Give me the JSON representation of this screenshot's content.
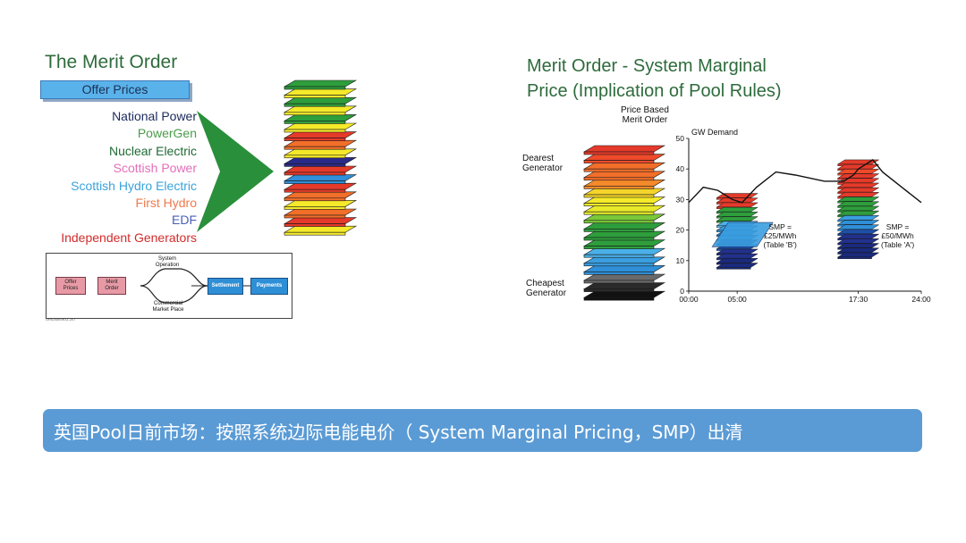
{
  "left_panel": {
    "title": "The Merit Order",
    "offer_prices_label": "Offer Prices",
    "generators": [
      {
        "label": "National Power",
        "color": "#1c2a5c"
      },
      {
        "label": "PowerGen",
        "color": "#4a9c4a"
      },
      {
        "label": "Nuclear Electric",
        "color": "#1f6a36"
      },
      {
        "label": "Scottish Power",
        "color": "#e36fb9"
      },
      {
        "label": "Scottish Hydro Electric",
        "color": "#3aa3dc"
      },
      {
        "label": "First Hydro",
        "color": "#ef7a4a"
      },
      {
        "label": "EDF",
        "color": "#4a5fb8"
      },
      {
        "label": "Independent Generators",
        "color": "#d32b2b"
      }
    ],
    "stack_colors": [
      "#2e9e3c",
      "#f4ea2a",
      "#2e9e3c",
      "#f4ea2a",
      "#2e9e3c",
      "#f4ea2a",
      "#e53a2a",
      "#f26f2a",
      "#f4ea2a",
      "#2a2a8a",
      "#e53a2a",
      "#2f8fd8",
      "#e53a2a",
      "#f26f2a",
      "#f4ea2a",
      "#f26f2a",
      "#e53a2a",
      "#f4ea2a"
    ],
    "arrow_color": "#2a8f3a",
    "flow": {
      "offer_prices": "Offer\nPrices",
      "merit_order": "Merit\nOrder",
      "system_operation": "System\nOperation",
      "commercial_market_place": "Commercial\nMarket Place",
      "settlement": "Settlement",
      "payments": "Payments"
    },
    "code": "OR0265SW11-207"
  },
  "right_panel": {
    "title_line1": "Merit Order - System Marginal",
    "title_line2": "Price (Implication of Pool Rules)",
    "price_based_label": "Price Based\nMerit Order",
    "dearest_label": "Dearest\nGenerator",
    "cheapest_label": "Cheapest\nGenerator",
    "stack_colors": [
      "#e53a2a",
      "#ef4a2a",
      "#f26f2a",
      "#f26f2a",
      "#f58a2a",
      "#f4d42a",
      "#f4ea2a",
      "#e8ea2a",
      "#7ac83a",
      "#2e9e3c",
      "#2e9e3c",
      "#2e9e3c",
      "#4ab0e8",
      "#3a9ee0",
      "#2f8fd8",
      "#6a6a6a",
      "#2a2a2a",
      "#111111"
    ]
  },
  "chart_data": {
    "type": "line",
    "title": "GW Demand",
    "ylim": [
      0,
      50
    ],
    "yticks": [
      "0",
      "10",
      "20",
      "30",
      "40",
      "50"
    ],
    "xticks": [
      "00:00",
      "05:00",
      "17:30",
      "24:00"
    ],
    "x": [
      0,
      1.5,
      3,
      4.5,
      5.5,
      7,
      9,
      11,
      14,
      16,
      17,
      17.5,
      18,
      18.5,
      19,
      20,
      22,
      24
    ],
    "series": [
      {
        "values": [
          29,
          34,
          33,
          30,
          29,
          34,
          39,
          38,
          36,
          36,
          38,
          40,
          41,
          42,
          43,
          39,
          34,
          29
        ]
      }
    ],
    "annotations": [
      {
        "text": "SMP =\n£25/MWh\n(Table 'B')",
        "x": "05:00"
      },
      {
        "text": "SMP =\n£50/MWh\n(Table 'A')",
        "x": "17:30"
      }
    ],
    "line_color": "#111111"
  },
  "banner": {
    "text": "英国Pool日前市场：按照系统边际电能电价（ System Marginal Pricing，SMP）出清",
    "color": "#5b9bd5"
  }
}
